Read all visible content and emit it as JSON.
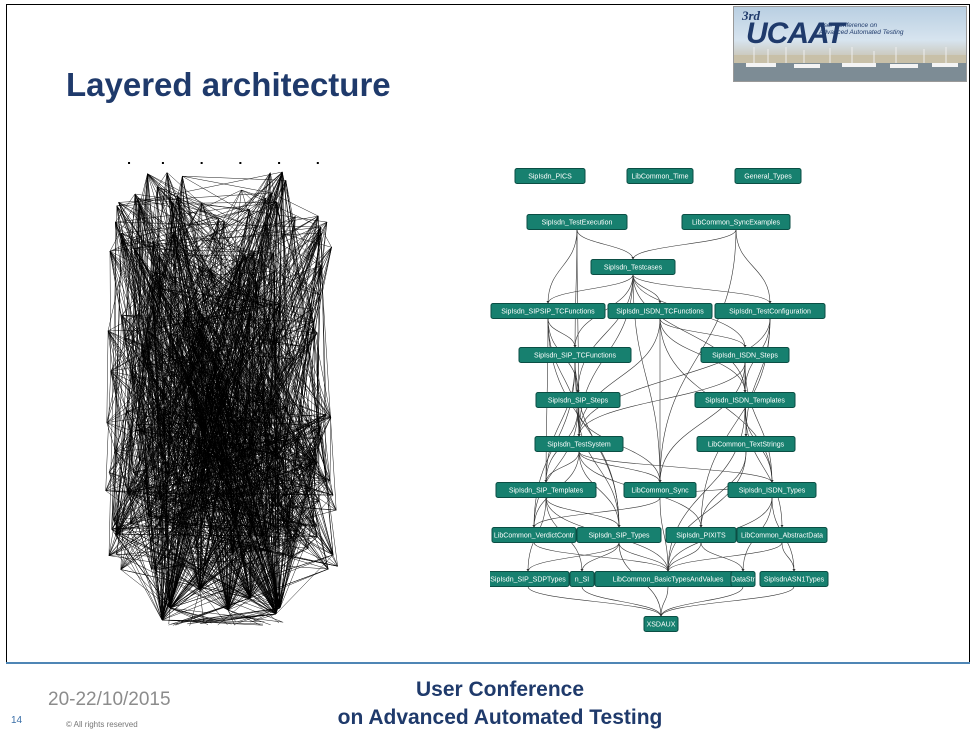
{
  "slide": {
    "title": "Layered architecture",
    "date": "20-22/10/2015",
    "slide_number": "14",
    "rights": "© All rights reserved",
    "conference_line1": "User Conference",
    "conference_line2": "on Advanced Automated Testing"
  },
  "logo": {
    "ordinal": "3rd",
    "brand": "UCAAT",
    "tagline_line1": "User Conference on",
    "tagline_line2": "Advanced Automated Testing"
  },
  "colors": {
    "title": "#1f3a6b",
    "node_fill": "#17806f",
    "footer_rule": "#4f86b5"
  },
  "dependency_graph": {
    "nodes": [
      {
        "id": "n1",
        "label": "SipIsdn_PICS"
      },
      {
        "id": "n2",
        "label": "LibCommon_Time"
      },
      {
        "id": "n3",
        "label": "General_Types"
      },
      {
        "id": "n4",
        "label": "SipIsdn_TestExecution"
      },
      {
        "id": "n5",
        "label": "LibCommon_SyncExamples"
      },
      {
        "id": "n6",
        "label": "SipIsdn_Testcases"
      },
      {
        "id": "n7",
        "label": "SipIsdn_SIPSIP_TCFunctions"
      },
      {
        "id": "n8",
        "label": "SipIsdn_ISDN_TCFunctions"
      },
      {
        "id": "n9",
        "label": "SipIsdn_TestConfiguration"
      },
      {
        "id": "n10",
        "label": "SipIsdn_SIP_TCFunctions"
      },
      {
        "id": "n11",
        "label": "SipIsdn_ISDN_Steps"
      },
      {
        "id": "n12",
        "label": "SipIsdn_SIP_Steps"
      },
      {
        "id": "n13",
        "label": "SipIsdn_ISDN_Templates"
      },
      {
        "id": "n14",
        "label": "SipIsdn_TestSystem"
      },
      {
        "id": "n15",
        "label": "LibCommon_TextStrings"
      },
      {
        "id": "n16",
        "label": "SipIsdn_SIP_Templates"
      },
      {
        "id": "n17",
        "label": "LibCommon_Sync"
      },
      {
        "id": "n18",
        "label": "SipIsdn_ISDN_Types"
      },
      {
        "id": "n19",
        "label": "LibCommon_VerdictContr"
      },
      {
        "id": "n20",
        "label": "SipIsdn_SIP_Types"
      },
      {
        "id": "n21",
        "label": "SipIsdn_PIXITS"
      },
      {
        "id": "n22",
        "label": "LibCommon_AbstractData"
      },
      {
        "id": "n23",
        "label": "SipIsdn_SIP_SDPTypes"
      },
      {
        "id": "n24",
        "label": "n_SI"
      },
      {
        "id": "n25",
        "label": "LibCommon_BasicTypesAndValues"
      },
      {
        "id": "n26",
        "label": "DataStr"
      },
      {
        "id": "n27",
        "label": "SipIsdnASN1Types"
      },
      {
        "id": "n28",
        "label": "XSDAUX"
      }
    ],
    "edges": [
      [
        "n4",
        "n6"
      ],
      [
        "n5",
        "n6"
      ],
      [
        "n6",
        "n7"
      ],
      [
        "n6",
        "n8"
      ],
      [
        "n6",
        "n9"
      ],
      [
        "n6",
        "n10"
      ],
      [
        "n6",
        "n11"
      ],
      [
        "n6",
        "n12"
      ],
      [
        "n6",
        "n13"
      ],
      [
        "n6",
        "n14"
      ],
      [
        "n6",
        "n17"
      ],
      [
        "n4",
        "n7"
      ],
      [
        "n4",
        "n10"
      ],
      [
        "n4",
        "n14"
      ],
      [
        "n5",
        "n9"
      ],
      [
        "n5",
        "n17"
      ],
      [
        "n7",
        "n10"
      ],
      [
        "n7",
        "n12"
      ],
      [
        "n7",
        "n14"
      ],
      [
        "n7",
        "n16"
      ],
      [
        "n7",
        "n20"
      ],
      [
        "n8",
        "n11"
      ],
      [
        "n8",
        "n13"
      ],
      [
        "n8",
        "n14"
      ],
      [
        "n8",
        "n18"
      ],
      [
        "n8",
        "n17"
      ],
      [
        "n9",
        "n14"
      ],
      [
        "n9",
        "n13"
      ],
      [
        "n9",
        "n15"
      ],
      [
        "n9",
        "n21"
      ],
      [
        "n10",
        "n12"
      ],
      [
        "n10",
        "n14"
      ],
      [
        "n10",
        "n16"
      ],
      [
        "n10",
        "n20"
      ],
      [
        "n10",
        "n19"
      ],
      [
        "n11",
        "n13"
      ],
      [
        "n11",
        "n14"
      ],
      [
        "n11",
        "n18"
      ],
      [
        "n11",
        "n17"
      ],
      [
        "n11",
        "n15"
      ],
      [
        "n12",
        "n14"
      ],
      [
        "n12",
        "n16"
      ],
      [
        "n12",
        "n20"
      ],
      [
        "n12",
        "n19"
      ],
      [
        "n12",
        "n17"
      ],
      [
        "n13",
        "n18"
      ],
      [
        "n13",
        "n22"
      ],
      [
        "n13",
        "n25"
      ],
      [
        "n14",
        "n16"
      ],
      [
        "n14",
        "n17"
      ],
      [
        "n14",
        "n19"
      ],
      [
        "n14",
        "n20"
      ],
      [
        "n14",
        "n21"
      ],
      [
        "n14",
        "n18"
      ],
      [
        "n15",
        "n25"
      ],
      [
        "n15",
        "n21"
      ],
      [
        "n16",
        "n20"
      ],
      [
        "n16",
        "n23"
      ],
      [
        "n16",
        "n24"
      ],
      [
        "n16",
        "n25"
      ],
      [
        "n17",
        "n19"
      ],
      [
        "n17",
        "n25"
      ],
      [
        "n17",
        "n18"
      ],
      [
        "n18",
        "n27"
      ],
      [
        "n18",
        "n25"
      ],
      [
        "n18",
        "n26"
      ],
      [
        "n19",
        "n25"
      ],
      [
        "n20",
        "n23"
      ],
      [
        "n20",
        "n25"
      ],
      [
        "n20",
        "n28"
      ],
      [
        "n20",
        "n24"
      ],
      [
        "n21",
        "n25"
      ],
      [
        "n21",
        "n26"
      ],
      [
        "n22",
        "n25"
      ],
      [
        "n22",
        "n27"
      ],
      [
        "n23",
        "n28"
      ],
      [
        "n24",
        "n28"
      ],
      [
        "n25",
        "n28"
      ],
      [
        "n26",
        "n28"
      ],
      [
        "n27",
        "n28"
      ]
    ]
  }
}
